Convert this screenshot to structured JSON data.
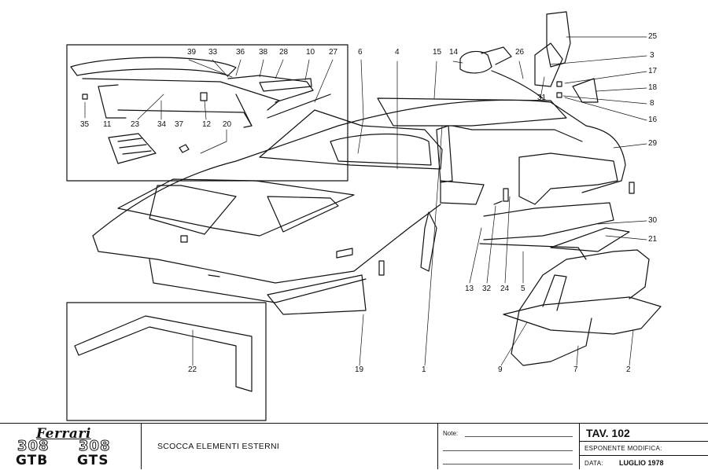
{
  "drawing": {
    "callouts": [
      "39",
      "33",
      "36",
      "38",
      "28",
      "10",
      "27",
      "6",
      "4",
      "15",
      "14",
      "26",
      "25",
      "3",
      "17",
      "18",
      "8",
      "16",
      "29",
      "35",
      "11",
      "23",
      "34",
      "37",
      "12",
      "20",
      "30",
      "21",
      "13",
      "32",
      "24",
      "5",
      "9",
      "7",
      "2",
      "22",
      "19",
      "1",
      "31"
    ]
  },
  "title_block": {
    "brand": "Ferrari",
    "model_1_number": "308",
    "model_1_suffix": "GTB",
    "model_2_number": "308",
    "model_2_suffix": "GTS",
    "description": "SCOCCA ELEMENTI ESTERNI",
    "notes_label": "Note:",
    "table_number": "TAV. 102",
    "revision_label": "ESPONENTE MODIFICA:",
    "date_label": "DATA:",
    "date_value": "LUGLIO 1978"
  }
}
